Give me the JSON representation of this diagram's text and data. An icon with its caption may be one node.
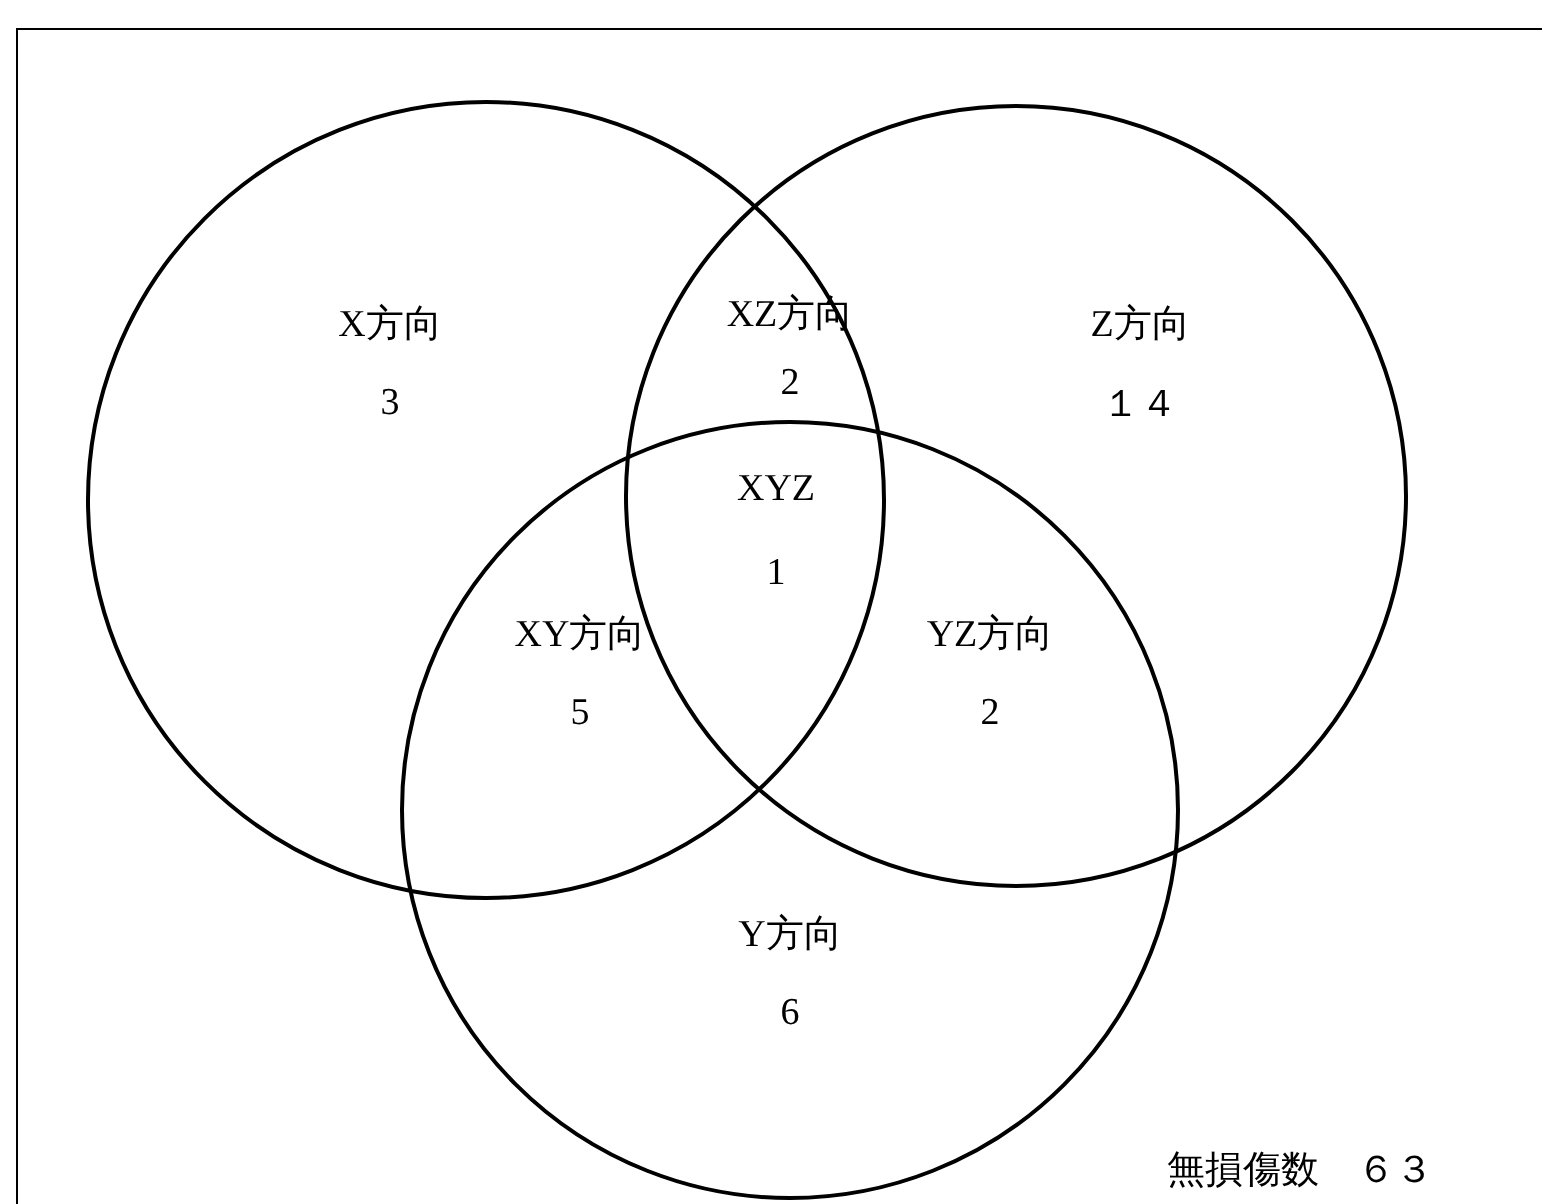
{
  "diagram": {
    "nodes": [
      {
        "text": [],
        "shape": "circle"
      },
      {
        "text": [],
        "shape": "circle"
      },
      {
        "text": [],
        "shape": "circle"
      }
    ],
    "edges": [],
    "labels": [
      "X方向",
      "3",
      "XZ方向",
      "2",
      "Z方向",
      "１４",
      "XYZ",
      "1",
      "XY方向",
      "5",
      "YZ方向",
      "2",
      "Y方向",
      "6",
      "無損傷数　６３"
    ]
  }
}
